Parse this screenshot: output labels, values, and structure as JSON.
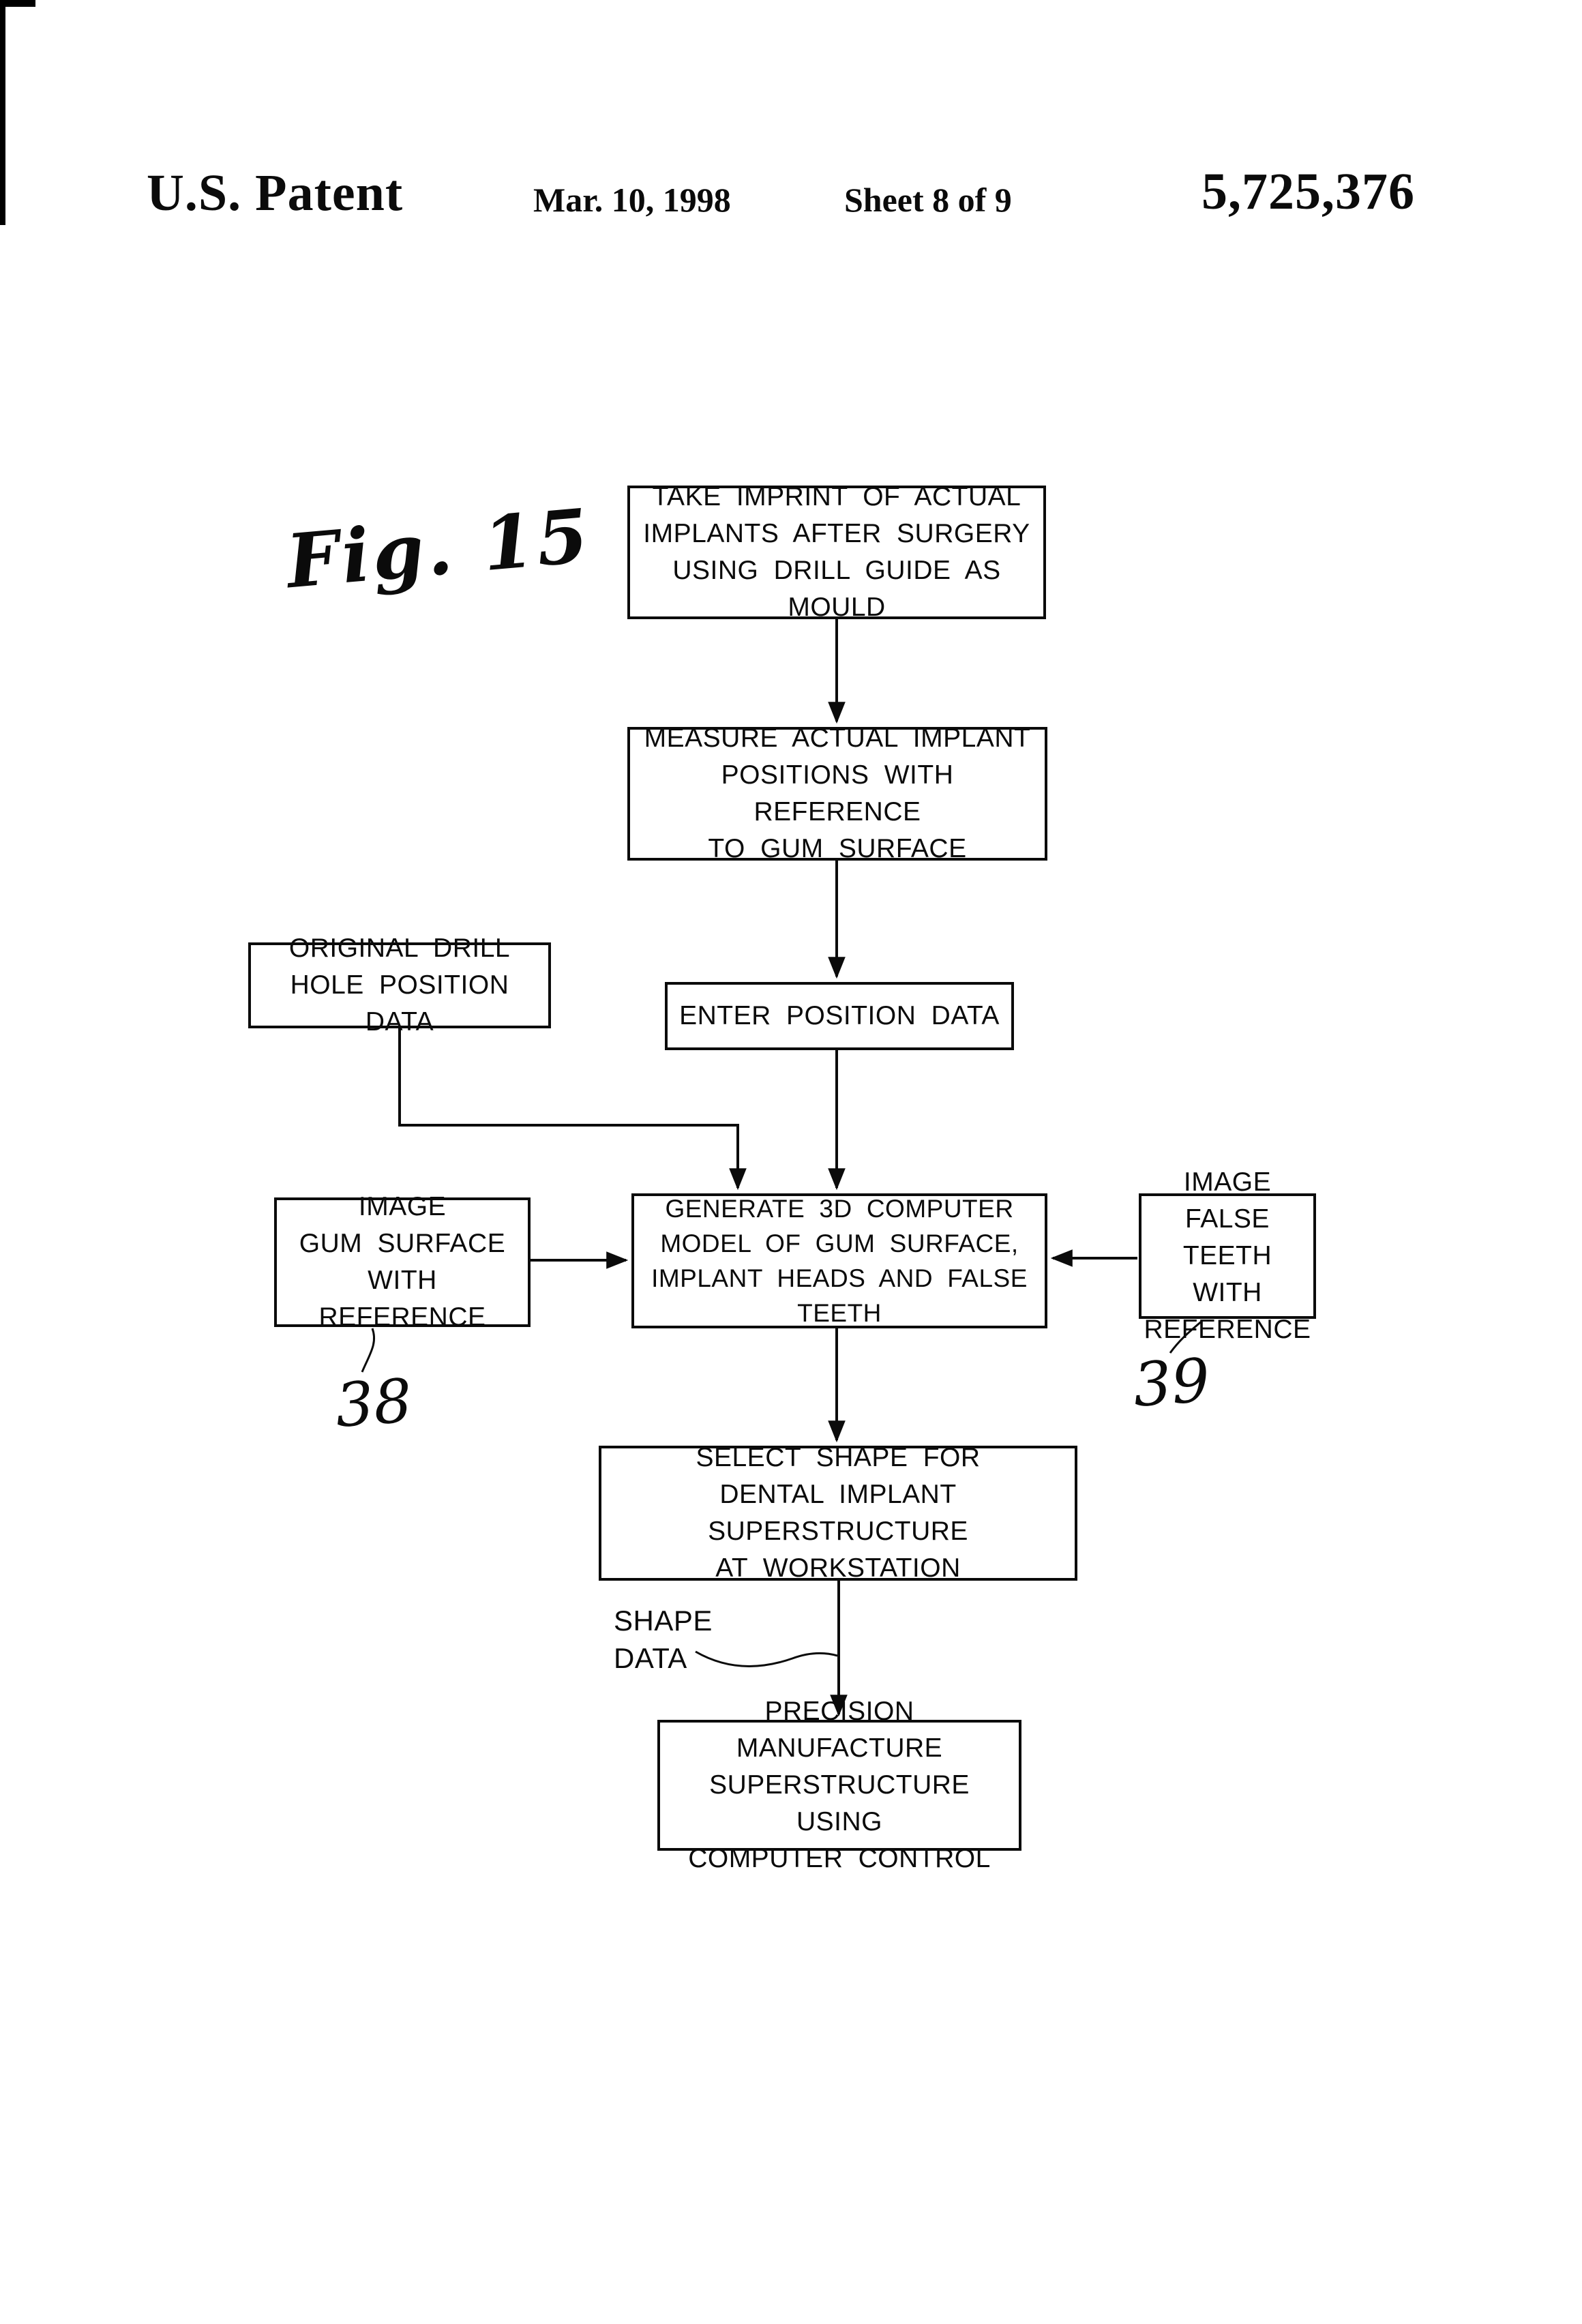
{
  "header": {
    "title": "U.S. Patent",
    "date": "Mar. 10, 1998",
    "sheet": "Sheet 8 of 9",
    "patent_number": "5,725,376"
  },
  "figure": {
    "label": "Fig. 15"
  },
  "flowchart": {
    "boxes": {
      "take_imprint": "TAKE IMPRINT OF ACTUAL\nIMPLANTS AFTER SURGERY\nUSING DRILL GUIDE AS MOULD",
      "measure_positions": "MEASURE ACTUAL IMPLANT\nPOSITIONS WITH REFERENCE\nTO GUM SURFACE",
      "drill_hole_data": "ORIGINAL DRILL\nHOLE POSITION DATA",
      "enter_position": "ENTER POSITION DATA",
      "image_gum": "IMAGE\nGUM SURFACE\nWITH REFERENCE",
      "generate_model": "GENERATE 3D COMPUTER\nMODEL OF GUM SURFACE,\nIMPLANT HEADS AND FALSE TEETH",
      "image_false_teeth": "IMAGE FALSE\nTEETH WITH\nREFERENCE",
      "select_shape": "SELECT SHAPE FOR\nDENTAL IMPLANT SUPERSTRUCTURE\nAT WORKSTATION",
      "precision_manufacture": "PRECISION MANUFACTURE\nSUPERSTRUCTURE USING\nCOMPUTER CONTROL"
    },
    "annotations": {
      "ref_38": "38",
      "ref_39": "39",
      "shape_data": "SHAPE\nDATA"
    },
    "colors": {
      "ink": "#0b0b0b",
      "paper": "#ffffff"
    }
  }
}
